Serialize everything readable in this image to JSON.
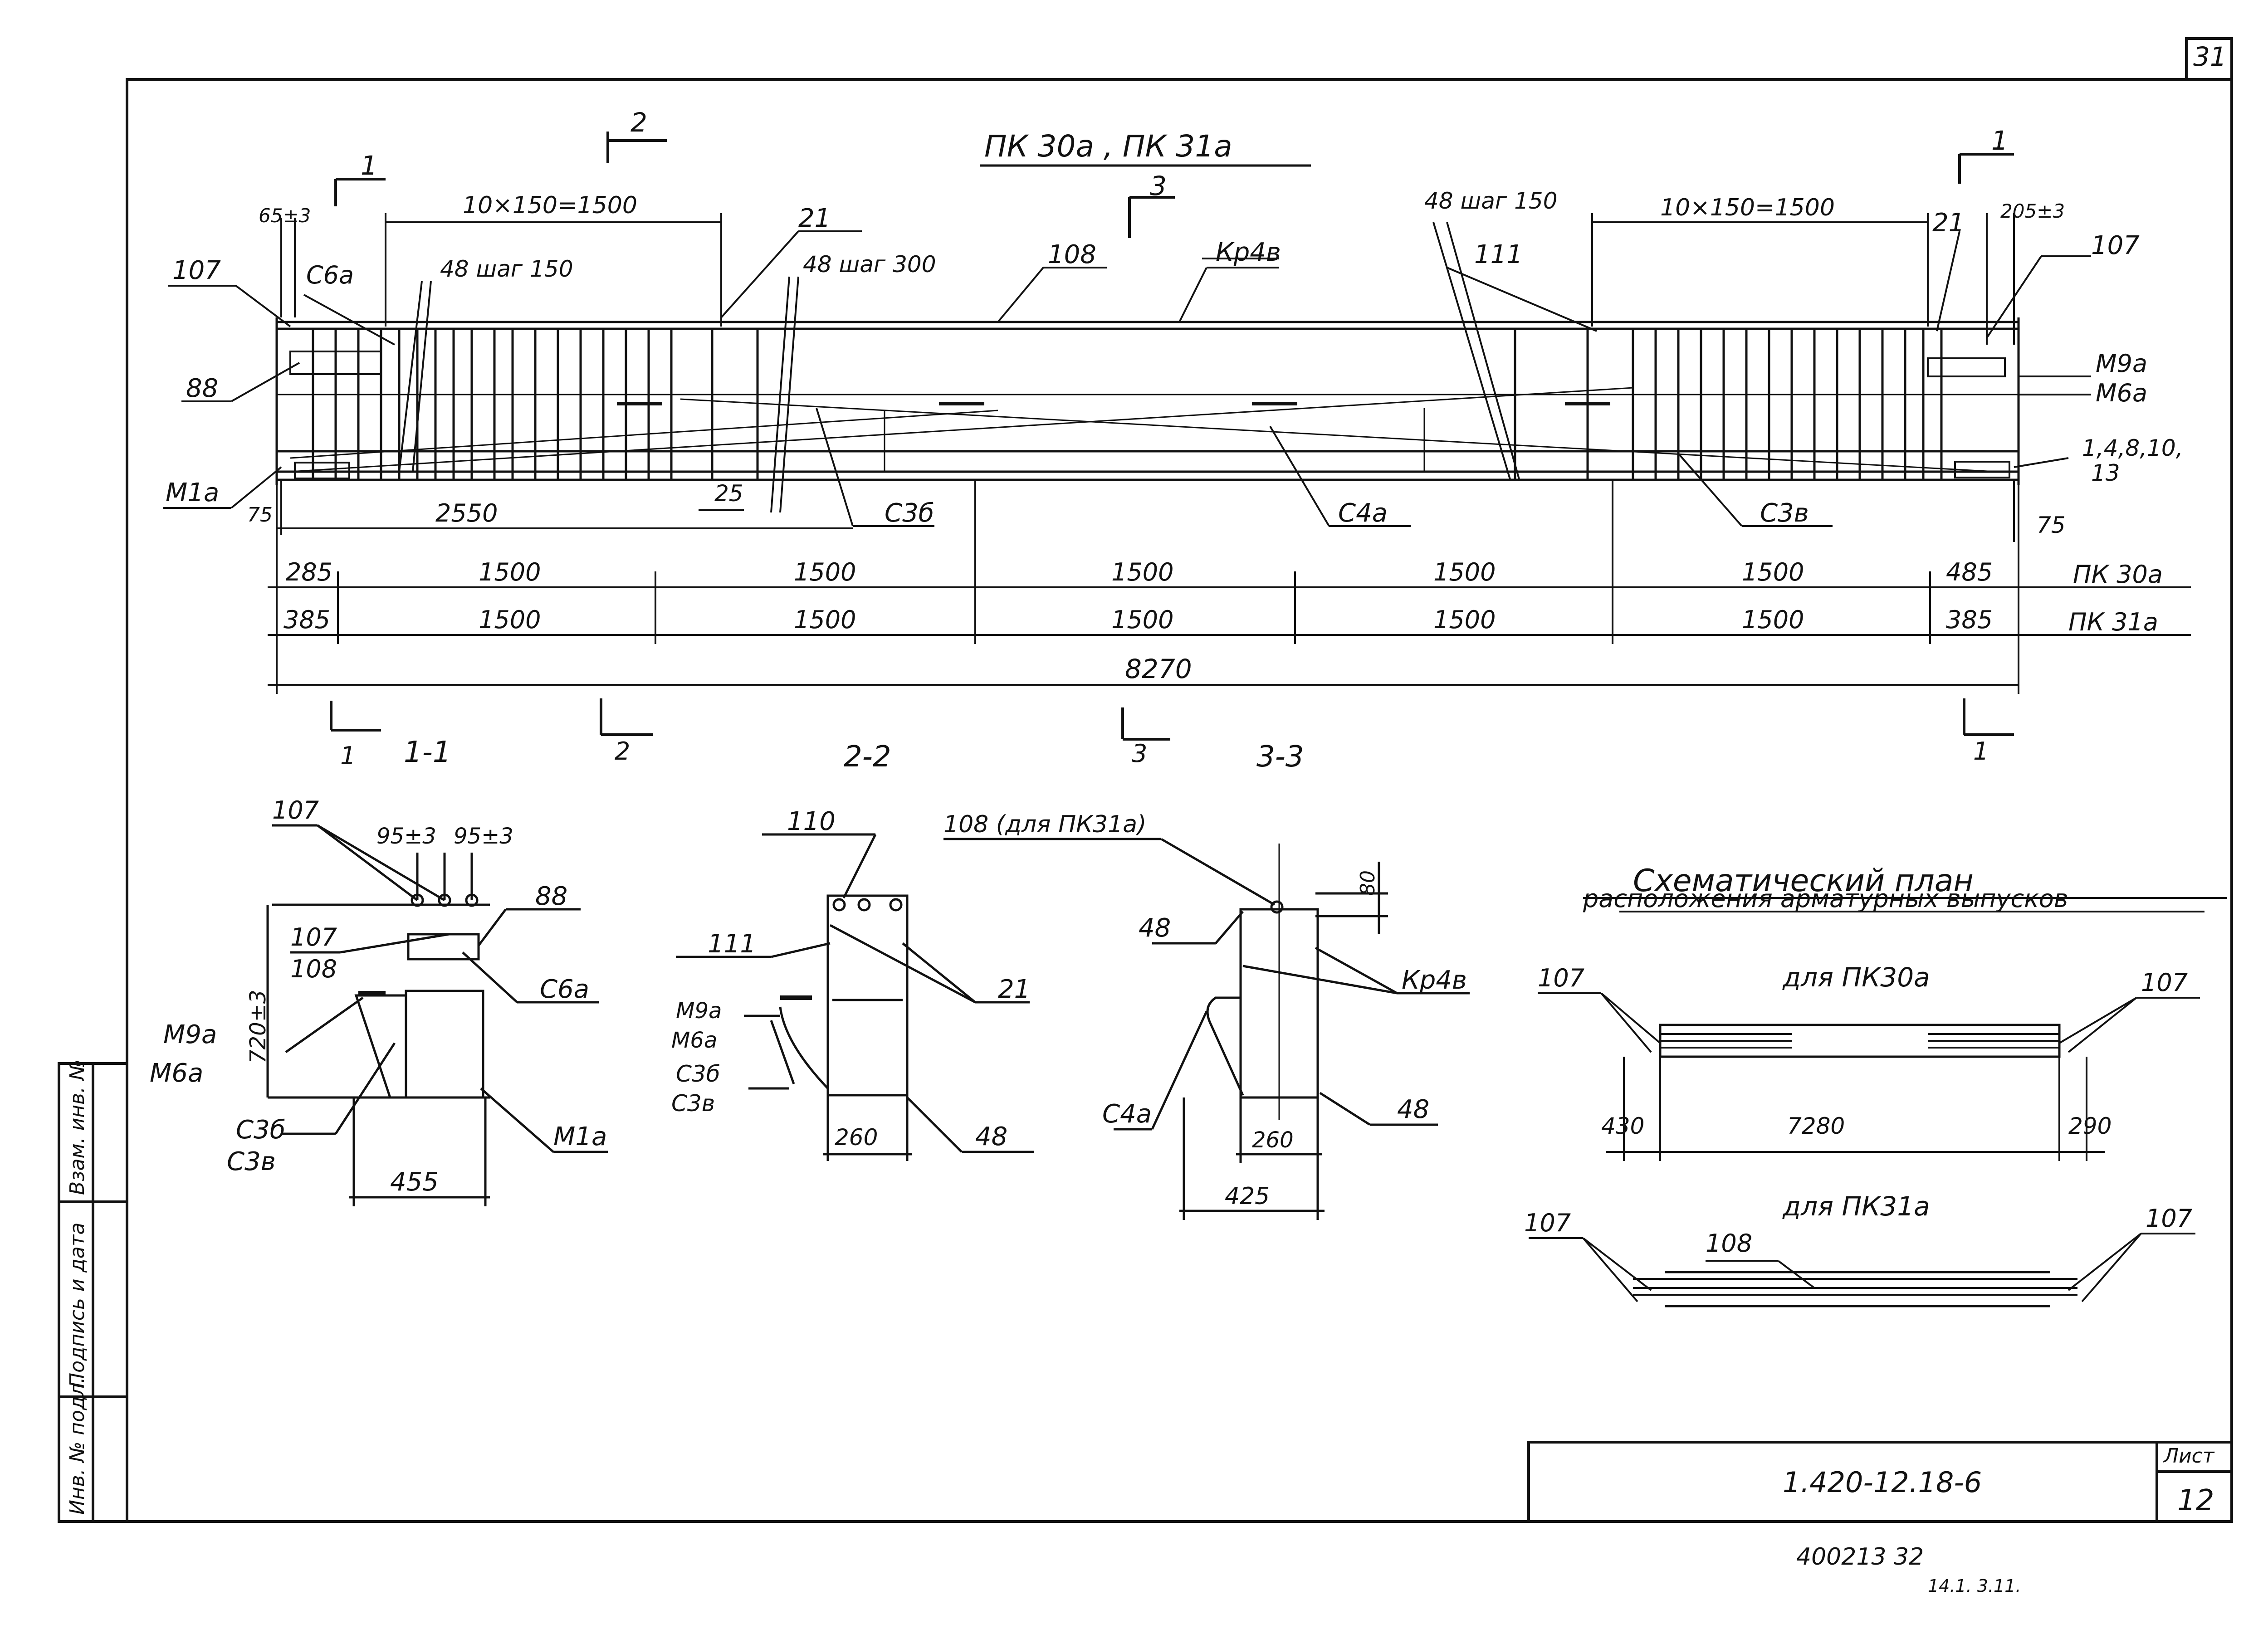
{
  "page_corner_number": "31",
  "title": "ПК 30а , ПК 31а",
  "cut_markers": {
    "m1": "1",
    "m2": "2",
    "m3": "3"
  },
  "elevation_labels": {
    "pitch_left": "10×150=1500",
    "pitch_right": "10×150=1500",
    "rebar_48_step150_left": "48 шаг 150",
    "rebar_48_step300": "48 шаг 300",
    "rebar_48_step150_right": "48 шаг 150",
    "dim_65": "65±3",
    "dim_205": "205±3",
    "l107_left": "107",
    "l107_right": "107",
    "l_c6a": "С6а",
    "l_21_left": "21",
    "l_21_right": "21",
    "l_108": "108",
    "l_kp4b": "Кр4в",
    "l_111": "111",
    "l_88": "88",
    "l_m1a": "М1а",
    "l_m9a": "М9а",
    "l_m6a": "М6а",
    "l_bottom_bars": "1,4,8,10,",
    "l_bottom_bars_2": "13",
    "l_75_left": "75",
    "l_75_right": "75",
    "l_2550": "2550",
    "l_25": "25",
    "l_c3b": "С3б",
    "l_c4a": "С4а",
    "l_c3v": "С3в"
  },
  "dim_rows": {
    "pk30a": [
      "285",
      "1500",
      "1500",
      "1500",
      "1500",
      "1500",
      "485"
    ],
    "pk30a_label": "ПК 30а",
    "pk31a": [
      "385",
      "1500",
      "1500",
      "1500",
      "1500",
      "1500",
      "385"
    ],
    "pk31a_label": "ПК 31а",
    "total": "8270"
  },
  "section_titles": {
    "s1": "1-1",
    "s2": "2-2",
    "s3": "3-3"
  },
  "section_1": {
    "l107a": "107",
    "d95a": "95±3",
    "d95b": "95±3",
    "l88": "88",
    "l107b": "107",
    "l108": "108",
    "l_c6a": "С6а",
    "d720": "720±3",
    "l_m9a": "М9а",
    "l_m6a": "М6а",
    "l_c3b": "С3б",
    "l_c3v": "С3в",
    "l_m1a": "М1а",
    "d455": "455"
  },
  "section_2": {
    "l110": "110",
    "l111": "111",
    "l21": "21",
    "l_m9a": "М9а",
    "l_m6a": "М6а",
    "l_c3b": "С3б",
    "l_c3v": "С3в",
    "d260": "260",
    "l48": "48"
  },
  "section_3": {
    "l108": "108 (для ПК31а)",
    "l48a": "48",
    "d80": "80",
    "l_kp4b": "Кр4в",
    "l_c4a": "С4а",
    "l48b": "48",
    "d260": "260",
    "d425": "425"
  },
  "schematic": {
    "title": "Схематический план",
    "subtitle": "расположения арматурных выпусков",
    "pk30a_label": "для ПК30а",
    "pk31a_label": "для ПК31а",
    "l107_tl": "107",
    "l107_tr": "107",
    "d430": "430",
    "d7280": "7280",
    "d290": "290",
    "l107_bl": "107",
    "l108": "108",
    "l107_br": "107"
  },
  "side_stamp": [
    "Инв. № подл.",
    "Подпись и дата",
    "Взам. инв. №"
  ],
  "title_block": {
    "code": "1.420-12.18-6",
    "sheet_label": "Лист",
    "sheet_no": "12"
  },
  "below_frame_note": "400213 32",
  "below_frame_note_2": "14.1. 3.11."
}
